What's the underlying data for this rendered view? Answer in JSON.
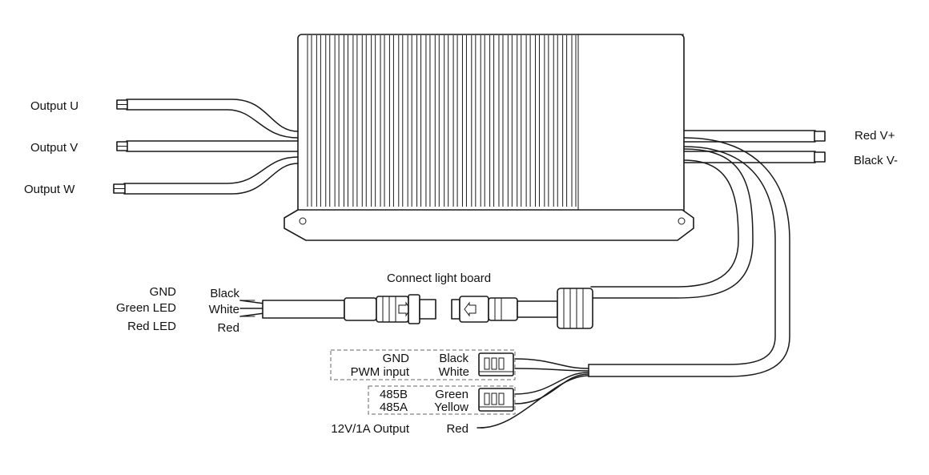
{
  "labels": {
    "output_u": "Output U",
    "output_v": "Output V",
    "output_w": "Output W",
    "red_vplus": "Red V+",
    "black_vminus": "Black V-",
    "connect_light_board": "Connect light board",
    "gnd_left": "GND",
    "green_led": "Green LED",
    "red_led": "Red LED",
    "black_left": "Black",
    "white_left": "White",
    "red_left": "Red",
    "gnd_box": "GND",
    "pwm_input": "PWM input",
    "black_box": "Black",
    "white_box": "White",
    "b485": "485B",
    "a485": "485A",
    "green_box": "Green",
    "yellow_box": "Yellow",
    "out_12v": "12V/1A Output",
    "red_box": "Red"
  }
}
